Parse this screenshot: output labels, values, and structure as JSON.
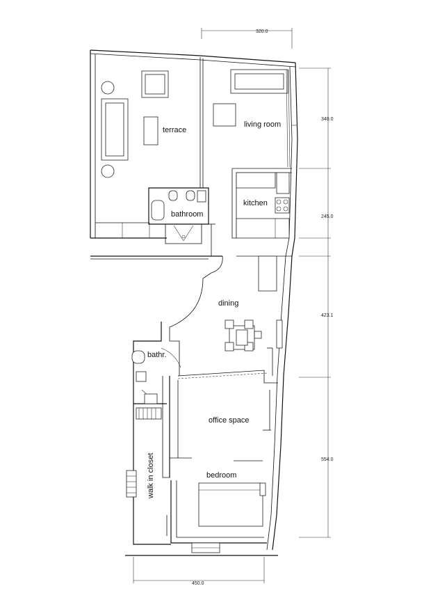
{
  "rooms": {
    "terrace": "terrace",
    "living_room": "living room",
    "bathroom": "bathroom",
    "kitchen": "kitchen",
    "dining": "dining",
    "bathr": "bathr.",
    "office_space": "office space",
    "walk_in_closet": "walk in closet",
    "bedroom": "bedroom"
  },
  "dimensions": {
    "top": "320.0",
    "right_1": "340.0",
    "right_2": "245.0",
    "right_3": "423.1",
    "right_4": "554.0",
    "bottom": "450.0"
  }
}
